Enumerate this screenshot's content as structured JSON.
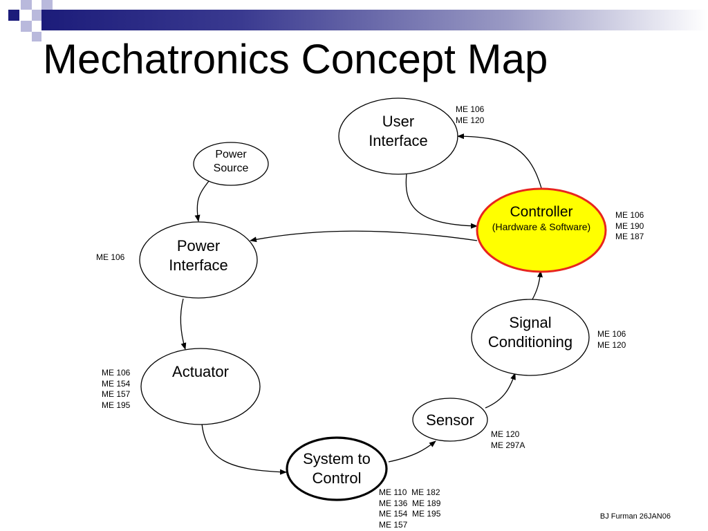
{
  "title": "Mechatronics Concept Map",
  "colors": {
    "controller_fill": "#ffff00",
    "controller_stroke": "#e8251e",
    "header_bar": "#1c1c7a",
    "decor_square": "#1c1c7a"
  },
  "nodes": {
    "user_interface": {
      "line1": "User",
      "line2": "Interface"
    },
    "power_source": {
      "line1": "Power",
      "line2": "Source"
    },
    "controller": {
      "line1": "Controller",
      "line2": "(Hardware & Software)"
    },
    "power_interface": {
      "line1": "Power",
      "line2": "Interface"
    },
    "signal_conditioning": {
      "line1": "Signal",
      "line2": "Conditioning"
    },
    "actuator": {
      "line1": "Actuator"
    },
    "sensor": {
      "line1": "Sensor"
    },
    "system_to_control": {
      "line1": "System to",
      "line2": "Control"
    }
  },
  "notes": {
    "user_interface": "ME 106\nME 120",
    "controller": "ME 106\nME 190\nME 187",
    "power_interface": "ME 106",
    "signal_conditioning": "ME 106\nME 120",
    "actuator": "ME 106\nME 154\nME 157\nME 195",
    "sensor": "ME 120\nME 297A",
    "system_to_control": "ME 110  ME 182\nME 136  ME 189\nME 154  ME 195\nME 157"
  },
  "footer": "BJ Furman 26JAN06"
}
